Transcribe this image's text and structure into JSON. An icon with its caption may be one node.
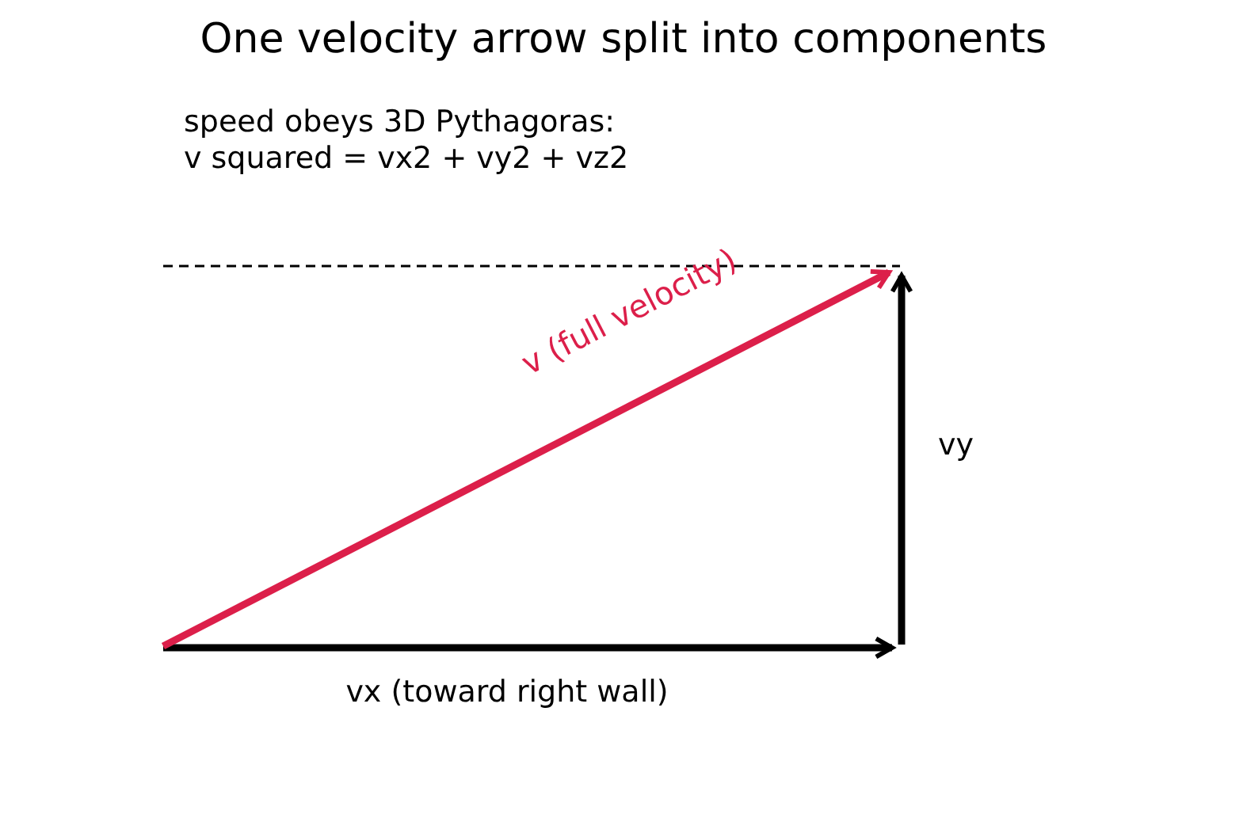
{
  "diagram": {
    "title": "One velocity arrow split into components",
    "labels": [
      "speed obeys 3D Pythagoras:",
      "v squared = vx2 + vy2 + vz2",
      "v (full velocity)",
      "vy",
      "vx (toward right wall)"
    ]
  }
}
